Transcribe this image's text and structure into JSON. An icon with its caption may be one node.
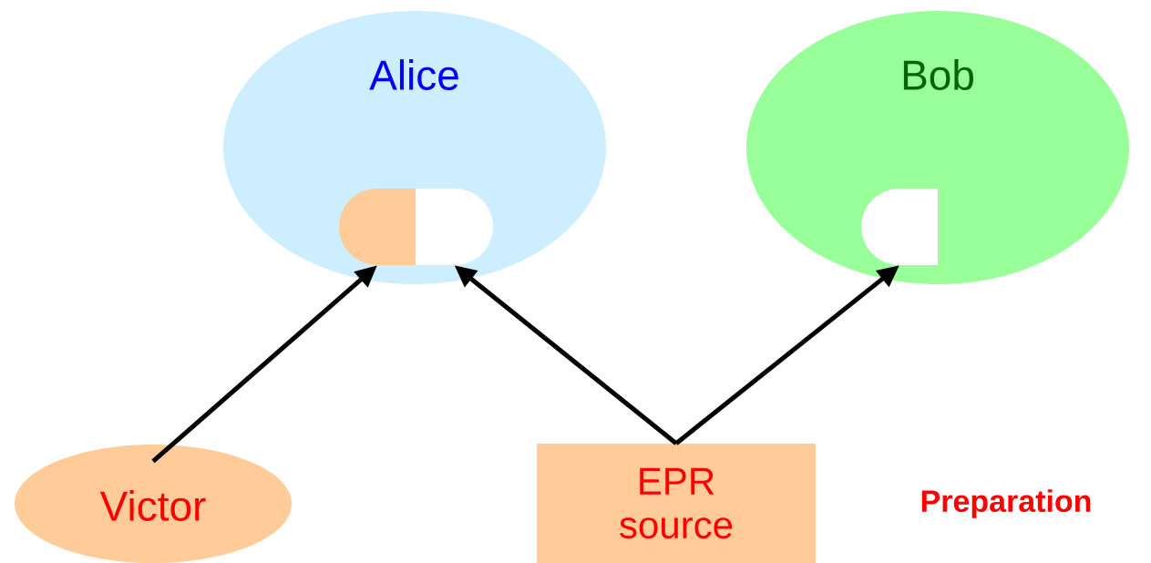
{
  "diagram": {
    "nodes": [
      {
        "text": [
          "Alice"
        ]
      },
      {
        "text": [],
        "shape": "box",
        "in": 0
      },
      {
        "text": [],
        "shape": "box",
        "in": 0
      },
      {
        "text": [
          "Bob"
        ]
      },
      {
        "text": [],
        "shape": "box",
        "in": 3
      },
      {
        "text": [
          "Victor"
        ]
      },
      {
        "text": [
          "EPR source"
        ]
      }
    ],
    "edges": [
      {
        "from": 5,
        "to": 1,
        "arrow": "to"
      },
      {
        "from": 6,
        "to": 2,
        "arrow": "to"
      },
      {
        "from": 6,
        "to": 4,
        "arrow": "to"
      }
    ],
    "labels": [
      "**Preparation**"
    ]
  }
}
